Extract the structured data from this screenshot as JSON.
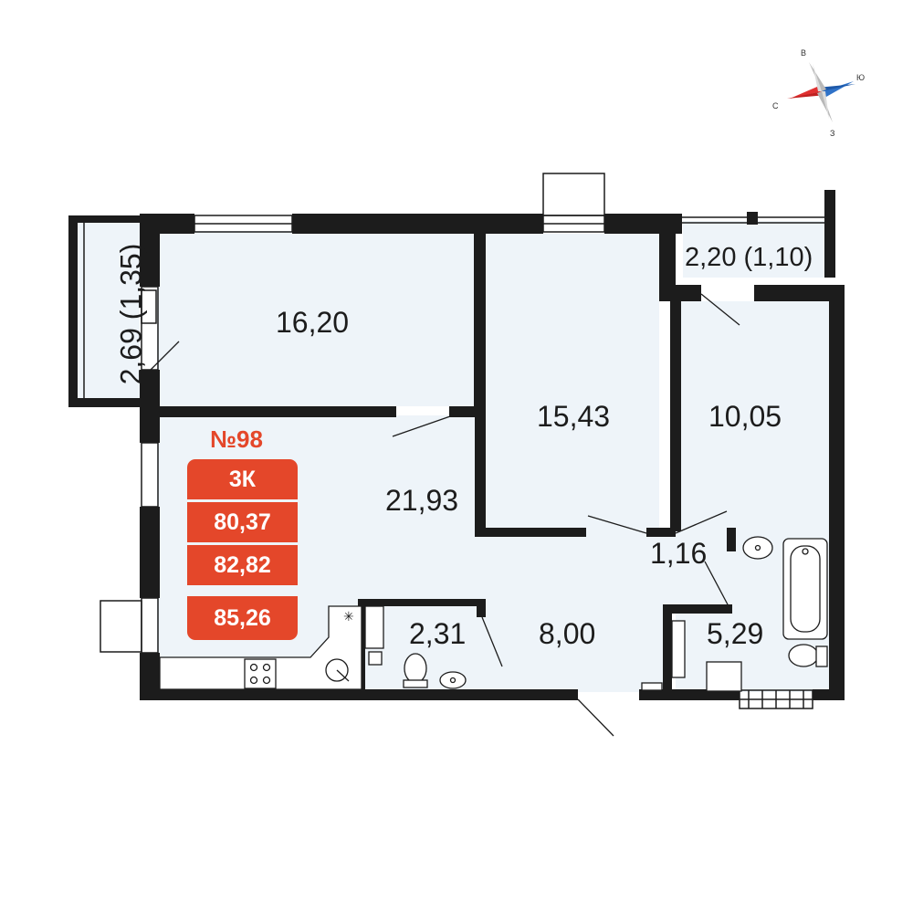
{
  "apartment": {
    "number": "№98",
    "type": "3К",
    "area_living": "80,37",
    "area_total": "82,82",
    "area_with_balcony": "85,26"
  },
  "rooms": [
    {
      "id": "balcony-left",
      "label": "2,69 (1,35)"
    },
    {
      "id": "bedroom-1",
      "label": "16,20"
    },
    {
      "id": "bedroom-2",
      "label": "15,43"
    },
    {
      "id": "balcony-right",
      "label": "2,20 (1,10)"
    },
    {
      "id": "bedroom-3",
      "label": "10,05"
    },
    {
      "id": "kitchen-living",
      "label": "21,93"
    },
    {
      "id": "hall-small",
      "label": "1,16"
    },
    {
      "id": "wc",
      "label": "2,31"
    },
    {
      "id": "hallway",
      "label": "8,00"
    },
    {
      "id": "bathroom",
      "label": "5,29"
    }
  ],
  "compass": {
    "n": "С",
    "s": "Ю",
    "e": "В",
    "w": "З"
  },
  "colors": {
    "accent": "#e4472a",
    "wall": "#1c1c1c",
    "floor": "#eef4f9",
    "compass_red": "#e03030",
    "compass_blue": "#2f72c8"
  }
}
